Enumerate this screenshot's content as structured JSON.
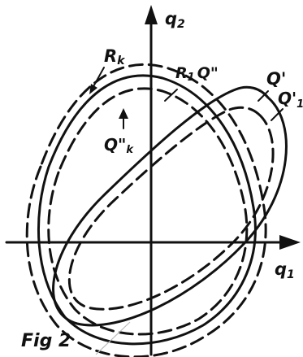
{
  "figure": {
    "caption": "Fig 2",
    "axis_labels": {
      "vertical": "q",
      "vertical_subscript": "2",
      "horizontal": "q",
      "horizontal_subscript": "1"
    },
    "curve_labels": {
      "Rk": "R",
      "Rk_subscript": "k",
      "R1Q": "R",
      "R1Q_subscript": "1",
      "R1Q_rest": "Q\"",
      "Qk": "Q\"",
      "Qk_subscript": "k",
      "Qprime": "Q'",
      "Q1prime": "Q'",
      "Q1prime_subscript": "1"
    },
    "ink_color": "#111111",
    "background_color": "#ffffff"
  }
}
